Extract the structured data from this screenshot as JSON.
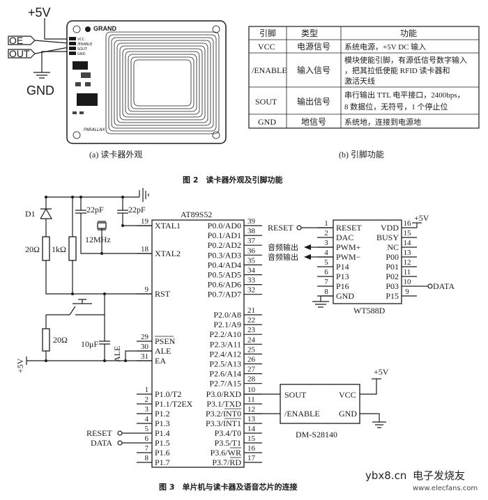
{
  "fig2": {
    "module": {
      "plus5v": "+5V",
      "oe": "OE",
      "out": "OUT",
      "gnd": "GND",
      "brand": "GRAND",
      "maker": "PARALLAX",
      "pins": [
        "VCC",
        "/ENABLE",
        "SOUT",
        "GND"
      ]
    },
    "caption_a": "(a) 读卡器外观",
    "table": {
      "headers": [
        "引脚",
        "类型",
        "功能"
      ],
      "rows": [
        {
          "pin": "VCC",
          "type": "电源信号",
          "func": [
            "系统电源，+5V DC 输入"
          ]
        },
        {
          "pin": "/ENABLE",
          "type": "输入信号",
          "func": [
            "模块使能引脚，有源低信号数字输入",
            "，把其拉低使能 RFID 读卡器和",
            "激活天线"
          ]
        },
        {
          "pin": "SOUT",
          "type": "输出信号",
          "func": [
            "串行输出 TTL 电平接口，2400bps，",
            "8 数据位，无符号，1 个停止位"
          ]
        },
        {
          "pin": "GND",
          "type": "地信号",
          "func": [
            "系统地，连接到电源地"
          ]
        }
      ]
    },
    "caption_b": "(b) 引脚功能",
    "title": "图 2　读卡器外观及引脚功能"
  },
  "fig3": {
    "mcu": {
      "name": "AT89S52",
      "left_pins": [
        {
          "num": "19",
          "label": "XTAL1"
        },
        {
          "num": "18",
          "label": "XTAL2"
        },
        {
          "num": "9",
          "label": "RST"
        },
        {
          "num": "29",
          "label": "PSEN"
        },
        {
          "num": "30",
          "label": "ALE"
        },
        {
          "num": "31",
          "label": "EA"
        },
        {
          "num": "1",
          "label": "P1.0/T2"
        },
        {
          "num": "2",
          "label": "P1.1/T2EX"
        },
        {
          "num": "3",
          "label": "P1.2"
        },
        {
          "num": "4",
          "label": "P1.3"
        },
        {
          "num": "5",
          "label": "P1.4"
        },
        {
          "num": "6",
          "label": "P1.5"
        },
        {
          "num": "7",
          "label": "P1.6"
        },
        {
          "num": "8",
          "label": "P1.7"
        }
      ],
      "right_pins": [
        {
          "num": "39",
          "label": "P0.0/AD0"
        },
        {
          "num": "38",
          "label": "P0.1/AD1"
        },
        {
          "num": "37",
          "label": "P0.2/AD2"
        },
        {
          "num": "36",
          "label": "P0.3/AD3"
        },
        {
          "num": "35",
          "label": "P0.4/AD4"
        },
        {
          "num": "34",
          "label": "P0.5/AD5"
        },
        {
          "num": "33",
          "label": "P0.6/AD6"
        },
        {
          "num": "32",
          "label": "P0.7/AD7"
        },
        {
          "num": "21",
          "label": "P2.0/A8"
        },
        {
          "num": "22",
          "label": "P2.1/A9"
        },
        {
          "num": "23",
          "label": "P2.2/A10"
        },
        {
          "num": "24",
          "label": "P2.3/A11"
        },
        {
          "num": "25",
          "label": "P2.4/A12"
        },
        {
          "num": "26",
          "label": "P2.5/A13"
        },
        {
          "num": "27",
          "label": "P2.6/A14"
        },
        {
          "num": "28",
          "label": "P2.7/A15"
        },
        {
          "num": "10",
          "label": "P3.0/RXD"
        },
        {
          "num": "11",
          "label": "P3.1/TXD"
        },
        {
          "num": "12",
          "label": "P3.2/INT0"
        },
        {
          "num": "13",
          "label": "P3.3/INT1"
        },
        {
          "num": "14",
          "label": "P3.4/T0"
        },
        {
          "num": "15",
          "label": "P3.5/T1"
        },
        {
          "num": "16",
          "label": "P3.6/WR"
        },
        {
          "num": "17",
          "label": "P3.7/RD"
        }
      ]
    },
    "wt": {
      "name": "WT588D",
      "left_pins": [
        {
          "num": "1",
          "label": "RESET"
        },
        {
          "num": "2",
          "label": "DAC"
        },
        {
          "num": "3",
          "label": "PWM+"
        },
        {
          "num": "4",
          "label": "PWM−"
        },
        {
          "num": "5",
          "label": "P14"
        },
        {
          "num": "6",
          "label": "P13"
        },
        {
          "num": "7",
          "label": "P16"
        },
        {
          "num": "8",
          "label": "GND"
        }
      ],
      "right_pins": [
        {
          "num": "16",
          "label": "VDD"
        },
        {
          "num": "15",
          "label": "BUSY"
        },
        {
          "num": "14",
          "label": "NC"
        },
        {
          "num": "13",
          "label": "P00"
        },
        {
          "num": "12",
          "label": "P01"
        },
        {
          "num": "11",
          "label": "P02"
        },
        {
          "num": "10",
          "label": "P03"
        },
        {
          "num": "9",
          "label": "P15"
        }
      ]
    },
    "dm": {
      "name": "DM-S28140",
      "sout": "SOUT",
      "enable": "/ENABLE",
      "vcc": "VCC",
      "gnd": "GND"
    },
    "labels": {
      "d1": "D1",
      "c1": "22pF",
      "c2": "22pF",
      "xtal": "12MHz",
      "r1": "20Ω",
      "r2": "1kΩ",
      "r3": "20Ω",
      "c3": "10μF",
      "ale": "ALE",
      "plus5v_left": "+5V",
      "plus5v_wt": "+5V",
      "plus5v_dm": "+5V",
      "reset_wt": "RESET",
      "audio1": "音频输出",
      "audio2": "音频输出",
      "data_wt": "DATA",
      "reset_mcu": "RESET",
      "data_mcu": "DATA"
    },
    "title": "图 3　单片机与读卡器及语音芯片的连接"
  },
  "watermark": {
    "site": "ybx8.cn",
    "brand": "电子发烧友",
    "url": "www.elecfans.com"
  }
}
